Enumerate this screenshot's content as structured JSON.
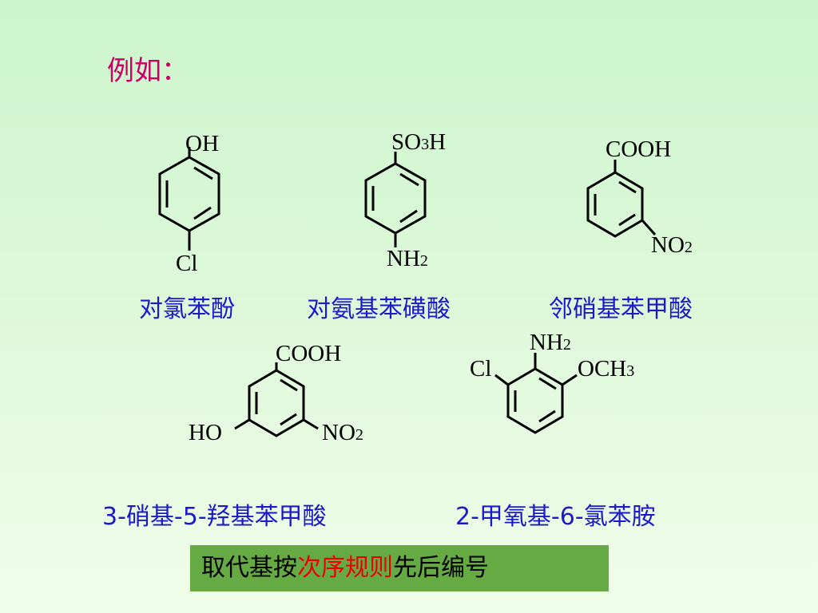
{
  "heading": "例如：",
  "molecules": [
    {
      "name": "对氯苯酚",
      "top": "OH",
      "bottom": "Cl"
    },
    {
      "name": "对氨基苯磺酸",
      "top_main": "SO",
      "top_sub": "3",
      "top_tail": "H",
      "bottom_main": "NH",
      "bottom_sub": "2"
    },
    {
      "name": "邻硝基苯甲酸",
      "top": "COOH",
      "side_main": "NO",
      "side_sub": "2"
    },
    {
      "name": "3-硝基-5-羟基苯甲酸",
      "top": "COOH",
      "left": "HO",
      "right_main": "NO",
      "right_sub": "2"
    },
    {
      "name": "2-甲氧基-6-氯苯胺",
      "top_main": "NH",
      "top_sub": "2",
      "left": "Cl",
      "right_main": "OCH",
      "right_sub": "3"
    }
  ],
  "note": {
    "before": "取代基按",
    "highlight": "次序规则",
    "after": "先后编号"
  },
  "colors": {
    "heading": "#cc0066",
    "names": "#1a1acc",
    "highlight": "#ee0000",
    "note_bg": "#66aa44"
  }
}
